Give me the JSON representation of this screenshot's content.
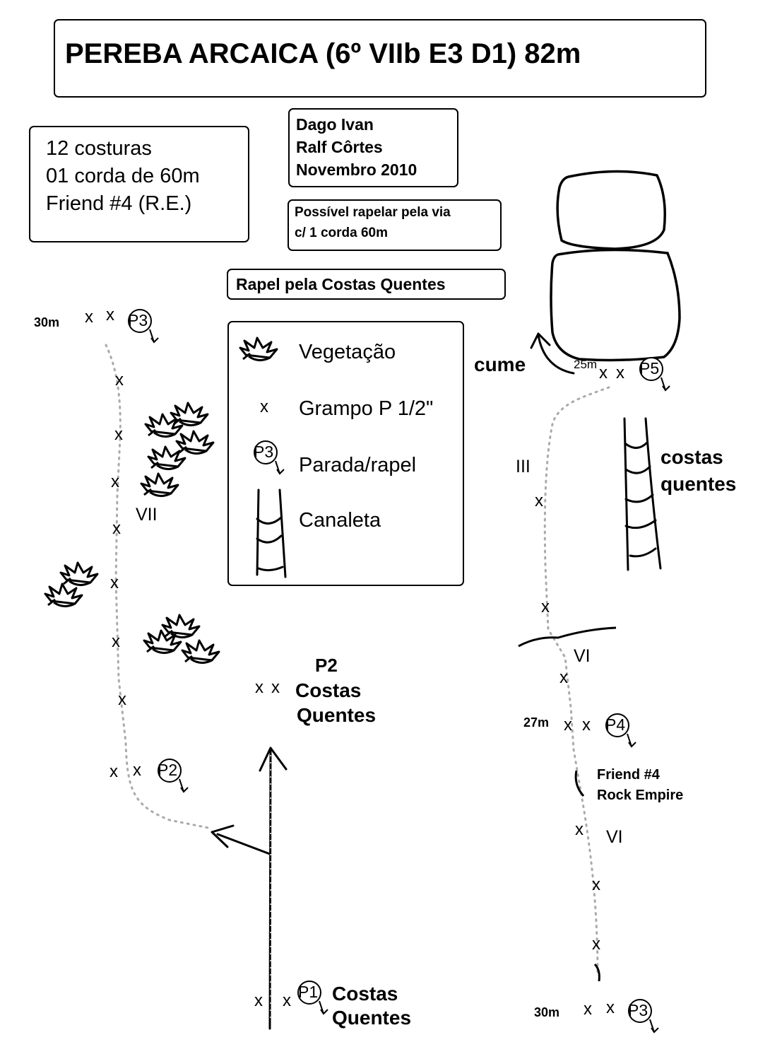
{
  "title": "PEREBA ARCAICA (6º VIIb E3 D1) 82m",
  "gear": [
    "12 costuras",
    "01 corda de 60m",
    "Friend #4 (R.E.)"
  ],
  "authors": [
    "Dago Ivan",
    "Ralf Côrtes",
    "Novembro 2010"
  ],
  "rappel_note": [
    "Possível rapelar pela via",
    "c/ 1 corda 60m"
  ],
  "rappel_costas": "Rapel pela Costas Quentes",
  "legend": {
    "vegetation": "Vegetação",
    "bolt_symbol": "x",
    "bolt": "Grampo P 1/2\"",
    "belay_symbol": "P3",
    "belay": "Parada/rapel",
    "chimney": "Canaleta"
  },
  "left_column": {
    "length_30": "30m",
    "p3": "P3",
    "grade_vii": "VII",
    "p2": "P2",
    "bolt_mark": "x"
  },
  "middle": {
    "p2_title": "P2",
    "p2_line1": "Costas",
    "p2_line2": "Quentes",
    "p1": "P1",
    "p1_line1": "Costas",
    "p1_line2": "Quentes"
  },
  "right_column": {
    "summit": "cume",
    "length_25": "25m",
    "p5": "P5",
    "grade_iii": "III",
    "costas_line1": "costas",
    "costas_line2": "quentes",
    "grade_vi_top": "VI",
    "length_27": "27m",
    "p4": "P4",
    "friend_line1": "Friend #4",
    "friend_line2": "Rock Empire",
    "grade_vi_bottom": "VI",
    "length_30": "30m",
    "p3": "P3"
  },
  "icons": [
    "vegetation-icon",
    "bolt-icon",
    "belay-station-icon",
    "chimney-icon",
    "boulder-icon"
  ]
}
